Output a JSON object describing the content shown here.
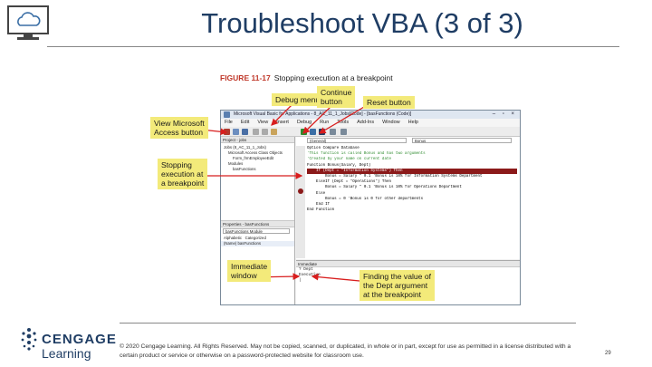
{
  "slide": {
    "title": "Troubleshoot VBA (3 of 3)",
    "page_number": "29"
  },
  "figure": {
    "label": "FIGURE 11-17",
    "caption": "Stopping execution at a breakpoint"
  },
  "window": {
    "title": "Microsoft Visual Basic for Applications - 8_AC_11_1_Jobs[Code] - [basFunctions (Code)]",
    "controls": "– ▫ ×",
    "menu": [
      "File",
      "Edit",
      "View",
      "Insert",
      "Debug",
      "Run",
      "Tools",
      "Add-Ins",
      "Window",
      "Help"
    ],
    "project_pane_title": "Project - jobs",
    "tree": [
      "Jobs (8_AC_11_1_Jobs)",
      "Microsoft Access Class Objects",
      "Form_frmEmployeeEdit",
      "Modules",
      "basFunctions"
    ],
    "properties_pane_title": "Properties - basFunctions",
    "properties_combo": "basFunctions Module",
    "properties_tabs": [
      "Alphabetic",
      "Categorized"
    ],
    "properties_row": "(Name)  basFunctions",
    "object_combo": "(General)",
    "proc_combo": "Bonus",
    "code_lines": [
      {
        "text": "Option Compare Database",
        "kind": "code"
      },
      {
        "text": "'This function is called Bonus and has two arguments",
        "kind": "cmt"
      },
      {
        "text": "'Created by your name on current date",
        "kind": "cmt"
      },
      {
        "text": "",
        "kind": "code"
      },
      {
        "text": "Function Bonus(Salary, Dept)",
        "kind": "code"
      },
      {
        "text": "    If (Dept = \"Information Systems\") Then",
        "kind": "bp"
      },
      {
        "text": "        Bonus = Salary * 0.1 'Bonus is 10% for Information Systems Department",
        "kind": "code"
      },
      {
        "text": "    ElseIf (Dept = \"Operations\") Then",
        "kind": "code"
      },
      {
        "text": "        Bonus = Salary * 0.1 'Bonus is 10% for Operations Department",
        "kind": "code"
      },
      {
        "text": "    Else",
        "kind": "code"
      },
      {
        "text": "        Bonus = 0 'Bonus is 0 for other departments",
        "kind": "code"
      },
      {
        "text": "    End If",
        "kind": "code"
      },
      {
        "text": "",
        "kind": "code"
      },
      {
        "text": "End Function",
        "kind": "code"
      }
    ],
    "immediate_title": "Immediate",
    "immediate_lines": [
      "? Dept",
      "Executive",
      "|"
    ]
  },
  "callouts": {
    "debug_menu": "Debug menu",
    "continue_button": "Continue\nbutton",
    "reset_button": "Reset button",
    "view_access": "View Microsoft\nAccess button",
    "stopping": "Stopping\nexecution at\na breakpoint",
    "immediate": "Immediate\nwindow",
    "finding": "Finding the value of\nthe Dept argument\nat the breakpoint"
  },
  "footer": {
    "brand": "CENGAGE",
    "brand_sub": "Learning",
    "copyright": "© 2020 Cengage Learning. All Rights Reserved. May not be copied, scanned, or duplicated, in whole or in part, except for use as permitted in a license distributed with a certain product or service or otherwise on a password-protected website for classroom use."
  },
  "colors": {
    "title": "#1f3d64",
    "callout": "#f3ea7a",
    "arrow": "#d81e1e",
    "breakpoint": "#8b1a1a"
  }
}
